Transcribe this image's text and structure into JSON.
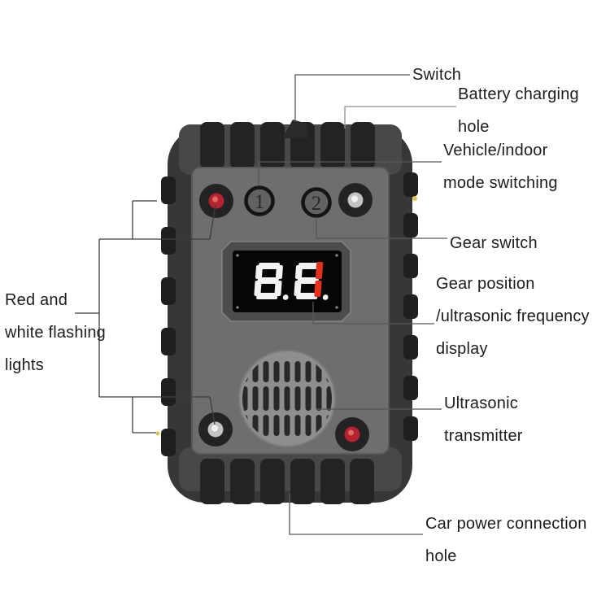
{
  "product": "Car ultrasonic pest repeller annotated diagram",
  "colors": {
    "led_red": "#b6222f",
    "led_red_highlight": "#e06a62",
    "led_white": "#c3c3c5",
    "led_white_core": "#f2f2f2",
    "seg_white": "#f2f2f2",
    "seg_red": "#e5301b",
    "indicator_yellow": "#e5c24e"
  },
  "device": {
    "button1_label": "1",
    "button2_label": "2",
    "display": {
      "value_shown": "8.8.",
      "left_digit": "8.",
      "right_digit_white_part": "E",
      "right_digit_red_part": "1"
    }
  },
  "labels": {
    "switch": {
      "lines": [
        "Switch"
      ]
    },
    "battery_charging_hole": {
      "lines": [
        "Battery charging",
        "hole"
      ]
    },
    "vehicle_indoor_mode": {
      "lines": [
        "Vehicle/indoor",
        "mode switching"
      ]
    },
    "gear_switch": {
      "lines": [
        "Gear switch"
      ]
    },
    "gear_position_display": {
      "lines": [
        "Gear position",
        "/ultrasonic frequency",
        "display"
      ]
    },
    "ultrasonic_transmitter": {
      "lines": [
        "Ultrasonic",
        "transmitter"
      ]
    },
    "car_power_hole": {
      "lines": [
        "Car power connection",
        "hole"
      ]
    },
    "flashing_lights": {
      "lines": [
        "Red and",
        "white flashing",
        "lights"
      ]
    }
  }
}
